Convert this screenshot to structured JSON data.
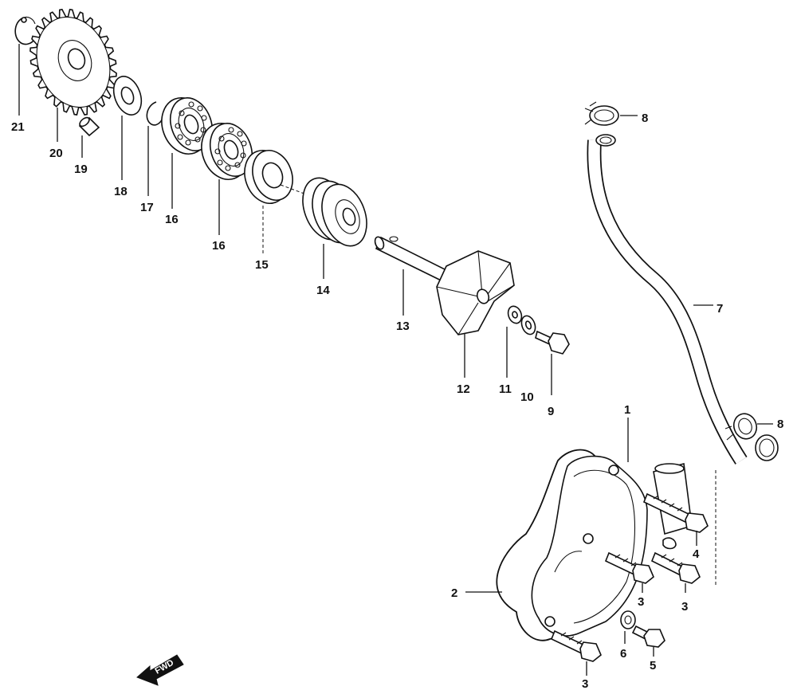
{
  "labels": {
    "p1": "1",
    "p2": "2",
    "p3a": "3",
    "p3b": "3",
    "p3c": "3",
    "p4": "4",
    "p5": "5",
    "p6": "6",
    "p7": "7",
    "p8a": "8",
    "p8b": "8",
    "p9": "9",
    "p10": "10",
    "p11": "11",
    "p12": "12",
    "p13": "13",
    "p14": "14",
    "p15": "15",
    "p16a": "16",
    "p16b": "16",
    "p17": "17",
    "p18": "18",
    "p19": "19",
    "p20": "20",
    "p21": "21"
  },
  "fwd_label": "FWD"
}
